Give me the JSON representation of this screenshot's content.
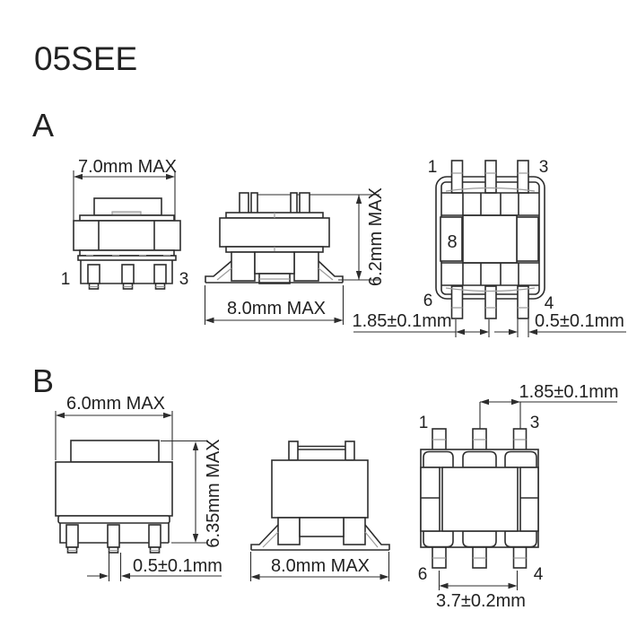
{
  "title": "05SEE",
  "colors": {
    "line": "#2d2d2d",
    "secondary_line": "#9c9c9c",
    "tab_fill": "#dcdcdc",
    "background": "#ffffff"
  },
  "section_a": {
    "label": "A",
    "front": {
      "width": "7.0mm MAX",
      "pin_left": "1",
      "pin_right": "3"
    },
    "side": {
      "width": "8.0mm MAX",
      "height": "6.2mm MAX"
    },
    "bottom": {
      "pin1": "1",
      "pin3": "3",
      "pin6": "6",
      "pin4": "4",
      "core": "8",
      "pitch": "1.85±0.1mm",
      "pin_width": "0.5±0.1mm"
    }
  },
  "section_b": {
    "label": "B",
    "front": {
      "width": "6.0mm MAX",
      "height": "6.35mm MAX",
      "pin_width": "0.5±0.1mm"
    },
    "side": {
      "width": "8.0mm MAX"
    },
    "bottom": {
      "pitch": "1.85±0.1mm",
      "pin1": "1",
      "pin3": "3",
      "pin6": "6",
      "pin4": "4",
      "span": "3.7±0.2mm"
    }
  }
}
